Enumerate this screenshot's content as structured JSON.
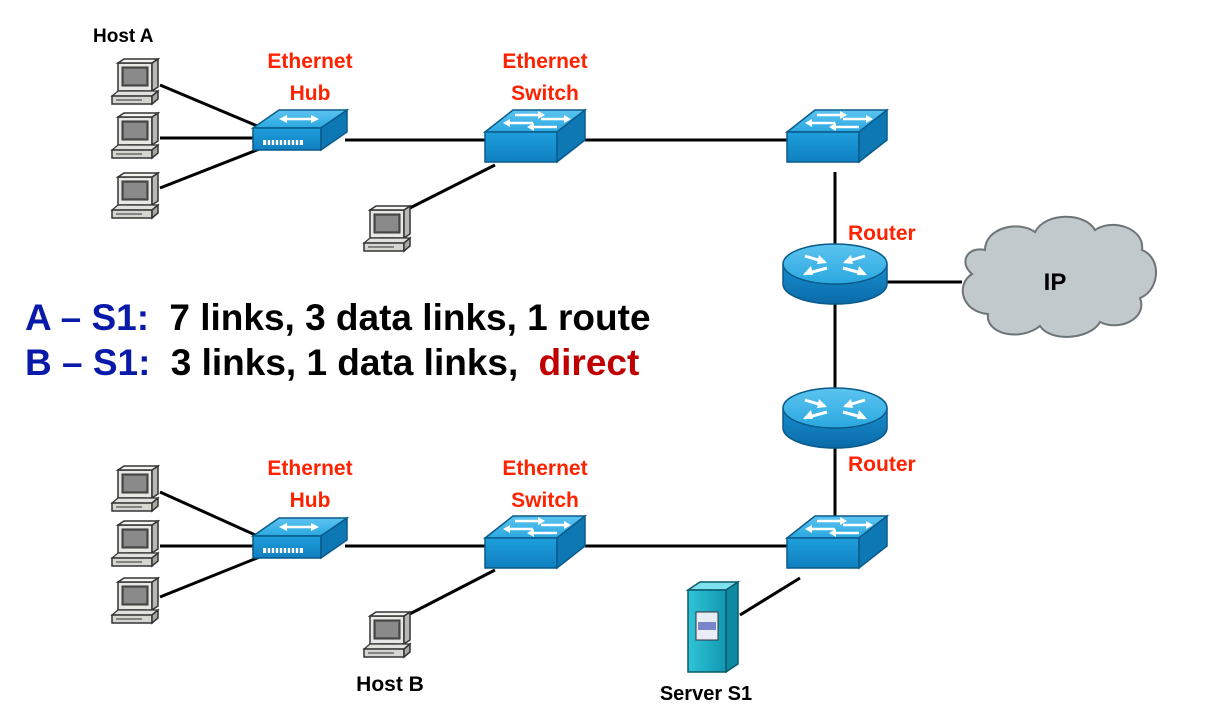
{
  "labels": {
    "host_a": "Host A",
    "host_b": "Host B",
    "hub_top": [
      "Ethernet",
      "Hub"
    ],
    "switch_top": [
      "Ethernet",
      "Switch"
    ],
    "hub_bottom": [
      "Ethernet",
      "Hub"
    ],
    "switch_bottom": [
      "Ethernet",
      "Switch"
    ],
    "router_top": "Router",
    "router_bottom": "Router",
    "cloud": "IP",
    "server": "Server S1"
  },
  "summary": {
    "line1_prefix": "A – S1:",
    "line1_text": "7 links, 3 data links, 1 route",
    "line2_prefix": "B – S1:",
    "line2_text": "3 links, 1 data links,",
    "line2_highlight": "direct"
  },
  "colors": {
    "device_label": "#ff2200",
    "summary_prefix": "#0a1aa8",
    "summary_text": "#000000",
    "summary_highlight": "#c00000",
    "device_blue": "#1a9ad6",
    "cloud_fill": "#c2c9cc"
  }
}
